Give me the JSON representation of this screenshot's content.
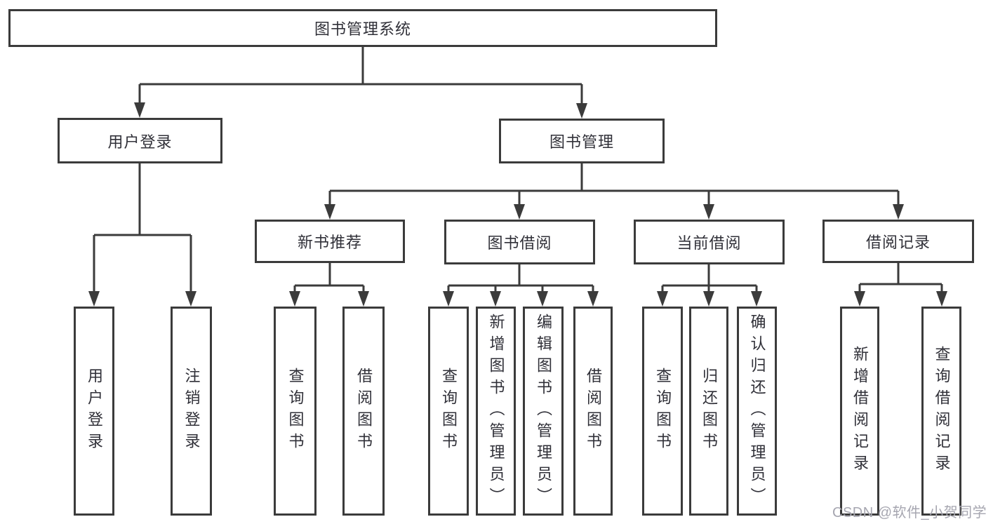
{
  "diagram_title": "图书管理系统",
  "tree": {
    "root": {
      "label": "图书管理系统"
    },
    "branches": [
      {
        "label": "用户登录",
        "leaves": [
          {
            "label": "用户登录"
          },
          {
            "label": "注销登录"
          }
        ]
      },
      {
        "label": "图书管理",
        "groups": [
          {
            "label": "新书推荐",
            "leaves": [
              {
                "label": "查询图书"
              },
              {
                "label": "借阅图书"
              }
            ]
          },
          {
            "label": "图书借阅",
            "leaves": [
              {
                "label": "查询图书"
              },
              {
                "label": "新增图书（管理员）"
              },
              {
                "label": "编辑图书（管理员）"
              },
              {
                "label": "借阅图书"
              }
            ]
          },
          {
            "label": "当前借阅",
            "leaves": [
              {
                "label": "查询图书"
              },
              {
                "label": "归还图书"
              },
              {
                "label": "确认归还（管理员）"
              }
            ]
          },
          {
            "label": "借阅记录",
            "leaves": [
              {
                "label": "新增借阅记录"
              },
              {
                "label": "查询借阅记录"
              }
            ]
          }
        ]
      }
    ]
  },
  "watermark": {
    "text": "CSDN @软件_小贺同学"
  },
  "colors": {
    "line": "#3b3b3b",
    "box_border": "#3b3b3b",
    "text": "#303038",
    "background": "#ffffff",
    "watermark": "#a6a6b0"
  }
}
